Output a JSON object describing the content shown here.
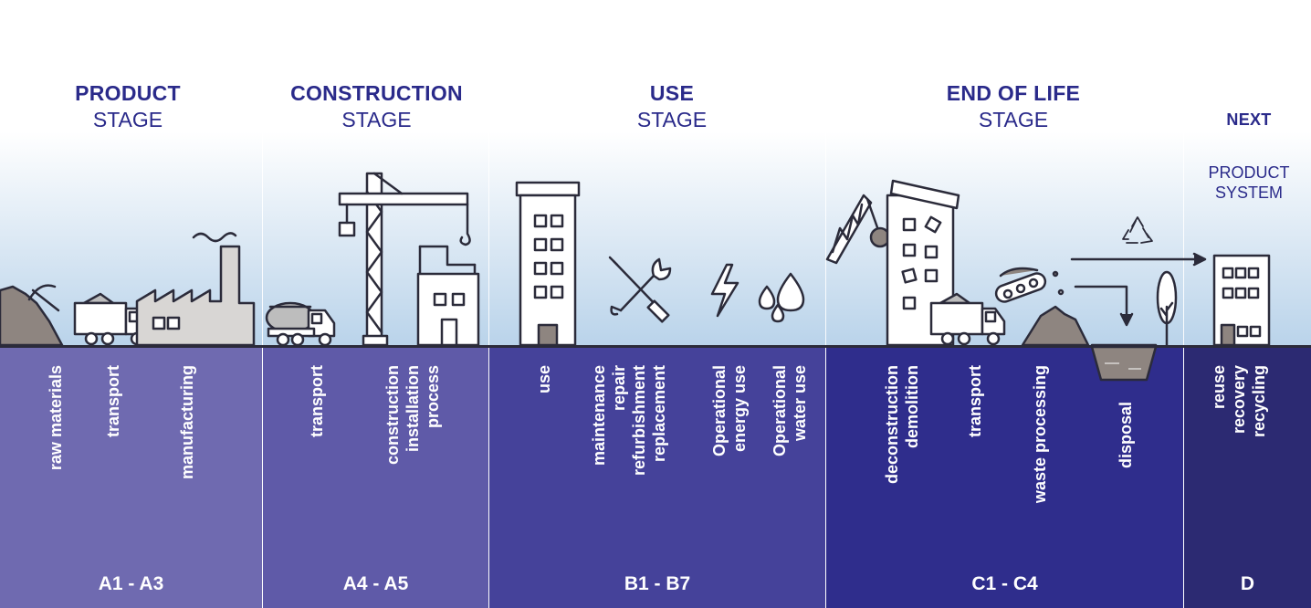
{
  "stages": [
    {
      "title": "PRODUCT",
      "subtitle": "STAGE",
      "code": "A1 - A3",
      "color": "#6f6ab0",
      "items": [
        "raw materials",
        "transport",
        "manufacturing"
      ]
    },
    {
      "title": "CONSTRUCTION",
      "subtitle": "STAGE",
      "code": "A4 - A5",
      "color": "#5f5aa8",
      "items": [
        "transport",
        "construction\ninstallation\nprocess"
      ]
    },
    {
      "title": "USE",
      "subtitle": "STAGE",
      "code": "B1 - B7",
      "color": "#45429a",
      "items": [
        "use",
        "maintenance\nrepair\nrefurbishment\nreplacement",
        "Operational\nenergy use",
        "Operational\nwater use"
      ]
    },
    {
      "title": "END OF LIFE",
      "subtitle": "STAGE",
      "code": "C1 - C4",
      "color": "#2f2d8c",
      "items": [
        "deconstruction\ndemolition",
        "transport",
        "waste processing",
        "disposal"
      ]
    },
    {
      "title": "NEXT",
      "subtitle": "PRODUCT\nSYSTEM",
      "code": "D",
      "color": "#2c2a72",
      "items": [
        "reuse\nrecovery\nrecycling"
      ]
    }
  ],
  "icons": [
    "pickaxe-icon",
    "truck-icon",
    "factory-icon",
    "mixer-truck-icon",
    "crane-icon",
    "building-icon",
    "tools-icon",
    "lightning-icon",
    "water-drops-icon",
    "wrecking-ball-icon",
    "conveyor-icon",
    "landfill-icon",
    "tree-icon",
    "recycle-icon",
    "arrow-icon"
  ]
}
